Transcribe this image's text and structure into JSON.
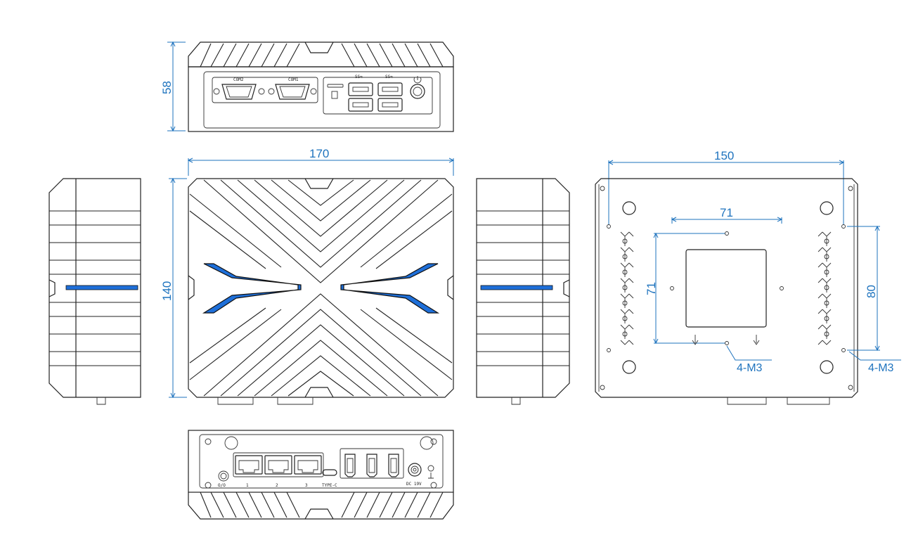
{
  "dimensions": {
    "front_height": "58",
    "width": "170",
    "height": "140",
    "mount_width": "150",
    "vesa_h": "71",
    "vesa_v": "71",
    "hole_spacing": "80",
    "screw_left": "4-M3",
    "screw_right": "4-M3"
  },
  "front_labels": {
    "com2": "COM2",
    "com1": "COM1"
  },
  "rear_labels": {
    "lan1": "1",
    "lan2": "2",
    "lan3": "3",
    "typec": "TYPE-C",
    "dc": "DC 19V",
    "power": "O/O"
  },
  "colors": {
    "dimension": "#1e73be",
    "accent": "#1e6fd9"
  }
}
